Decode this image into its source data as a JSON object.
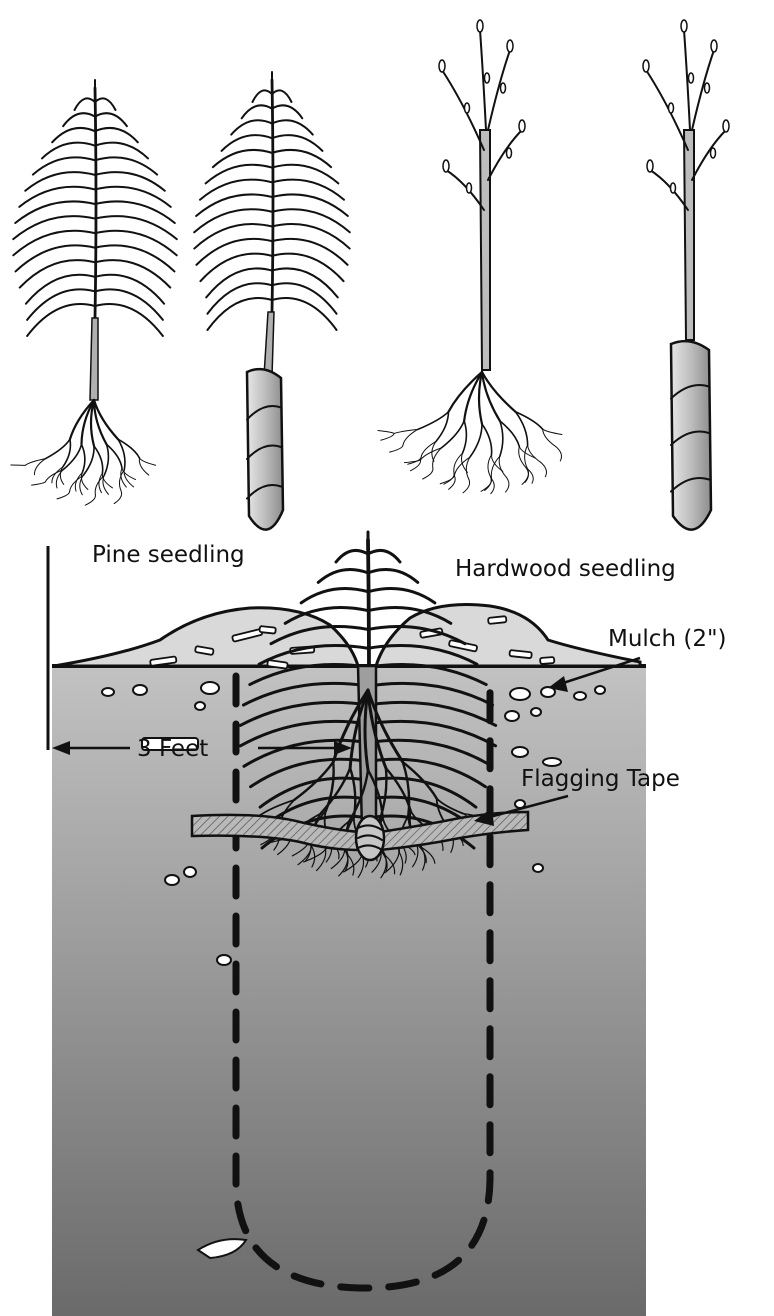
{
  "labels": {
    "pine_seedling": "Pine seedling",
    "hardwood_seedling": "Hardwood seedling",
    "flagging_tape": "Flagging Tape",
    "mulch": "Mulch (2\")",
    "distance": "3 Feet"
  },
  "colors": {
    "ink": "#111111",
    "soil_top": "#bdbdbd",
    "soil_bottom": "#6f6f6f",
    "stem": "#a9a9a9",
    "wrap": "#c8c8c8",
    "tape": "#9a9a9a"
  },
  "icons": {
    "pine_seedling_bare_root": "pine-seedling-bare-root-icon",
    "pine_seedling_wrapped": "pine-seedling-wrapped-icon",
    "hardwood_seedling_bare_root": "hardwood-seedling-bare-root-icon",
    "hardwood_seedling_wrapped": "hardwood-seedling-wrapped-icon",
    "planted_pine": "planted-pine-icon"
  }
}
